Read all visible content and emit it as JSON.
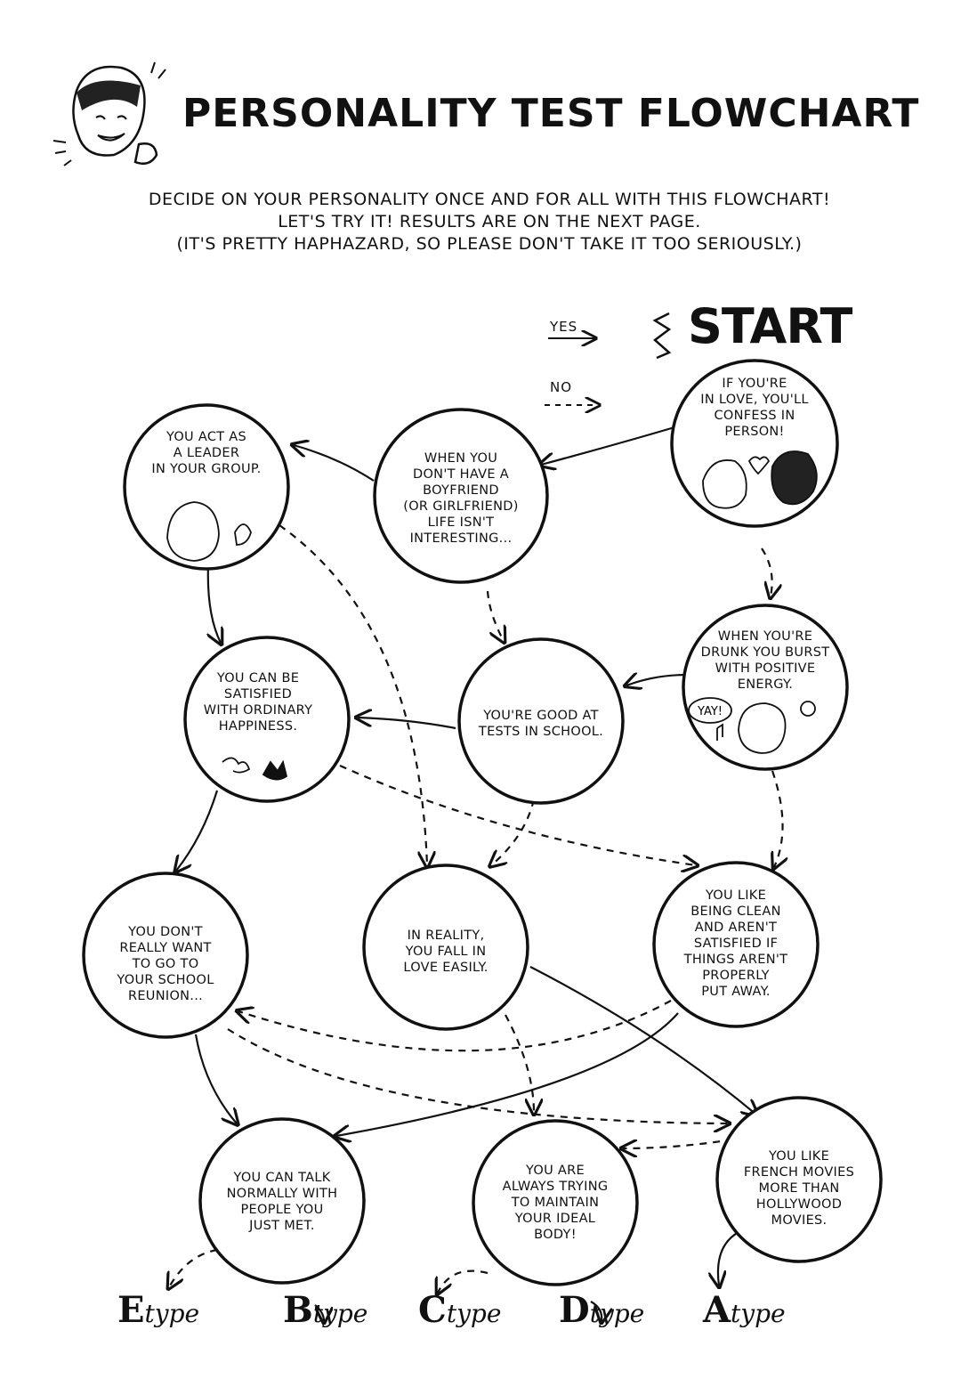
{
  "title": "PERSONALITY TEST FLOWCHART",
  "intro": [
    "DECIDE ON YOUR PERSONALITY ONCE AND FOR ALL WITH THIS FLOWCHART!",
    "LET'S TRY IT! RESULTS ARE ON THE NEXT PAGE.",
    "(IT'S PRETTY HAPHAZARD, SO PLEASE DON'T TAKE IT TOO SERIOUSLY.)"
  ],
  "legend": {
    "yes": "YES",
    "no": "NO"
  },
  "start": "START",
  "nodes": {
    "confess": [
      "IF YOU'RE",
      "IN LOVE, YOU'LL",
      "CONFESS IN",
      "PERSON!"
    ],
    "boyfriend": [
      "WHEN YOU",
      "DON'T HAVE A",
      "BOYFRIEND",
      "(OR GIRLFRIEND)",
      "LIFE ISN'T",
      "INTERESTING..."
    ],
    "leader": [
      "YOU ACT AS",
      "A LEADER",
      "IN YOUR GROUP."
    ],
    "drunk": [
      "WHEN YOU'RE",
      "DRUNK YOU BURST",
      "WITH POSITIVE",
      "ENERGY."
    ],
    "tests": [
      "YOU'RE GOOD AT",
      "TESTS IN SCHOOL."
    ],
    "ordinary": [
      "YOU CAN BE",
      "SATISFIED",
      "WITH ORDINARY",
      "HAPPINESS."
    ],
    "reunion": [
      "YOU DON'T",
      "REALLY WANT",
      "TO GO TO",
      "YOUR SCHOOL",
      "REUNION..."
    ],
    "fall": [
      "IN REALITY,",
      "YOU FALL IN",
      "LOVE EASILY."
    ],
    "clean": [
      "YOU LIKE",
      "BEING CLEAN",
      "AND AREN'T",
      "SATISFIED IF",
      "THINGS AREN'T",
      "PROPERLY",
      "PUT AWAY."
    ],
    "talk": [
      "YOU CAN TALK",
      "NORMALLY WITH",
      "PEOPLE YOU",
      "JUST MET."
    ],
    "body": [
      "YOU ARE",
      "ALWAYS TRYING",
      "TO MAINTAIN",
      "YOUR IDEAL",
      "BODY!"
    ],
    "french": [
      "YOU LIKE",
      "FRENCH MOVIES",
      "MORE THAN",
      "HOLLYWOOD",
      "MOVIES."
    ]
  },
  "bubble": "YAY!",
  "results": {
    "e": {
      "letter": "E",
      "word": "type"
    },
    "b": {
      "letter": "B",
      "word": "type"
    },
    "c": {
      "letter": "C",
      "word": "type"
    },
    "d": {
      "letter": "D",
      "word": "type"
    },
    "a": {
      "letter": "A",
      "word": "type"
    }
  }
}
